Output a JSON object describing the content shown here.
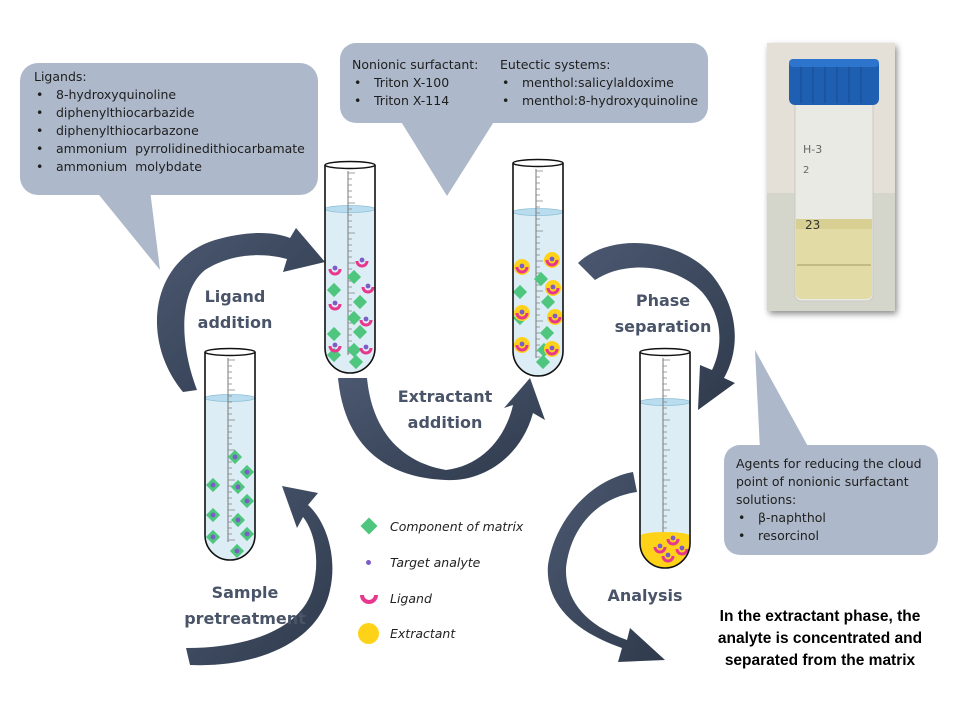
{
  "callouts": {
    "ligands": {
      "title": "Ligands:",
      "items": [
        "8-hydroxyquinoline",
        "diphenylthiocarbazide",
        "diphenylthiocarbazone",
        "ammonium  pyrrolidinedithiocarbamate",
        "ammonium  molybdate"
      ]
    },
    "extractants": {
      "surfactant_title": "Nonionic surfactant:",
      "surfactant_items": [
        "Triton X-100",
        "Triton X-114"
      ],
      "eutectic_title": "Eutectic systems:",
      "eutectic_items": [
        "menthol:salicylaldoxime",
        "menthol:8-hydroxyquinoline"
      ]
    },
    "cloud_point": {
      "title": "Agents for reducing the cloud point of nonionic surfactant solutions:",
      "items": [
        "β-naphthol",
        "resorcinol"
      ]
    }
  },
  "steps": {
    "ligand_addition": [
      "Ligand",
      "addition"
    ],
    "extractant_addition": [
      "Extractant",
      "addition"
    ],
    "phase_separation": [
      "Phase",
      "separation"
    ],
    "sample_pretreatment": [
      "Sample",
      "pretreatment"
    ],
    "analysis": [
      "Analysis"
    ]
  },
  "legend": [
    {
      "symbol": "green-diamond",
      "label": "Component of matrix"
    },
    {
      "symbol": "purple-dot",
      "label": "Target analyte"
    },
    {
      "symbol": "pink-arc",
      "label": "Ligand"
    },
    {
      "symbol": "yellow-circle",
      "label": "Extractant"
    }
  ],
  "conclusion": [
    "In the extractant phase, the",
    "analyte is concentrated and",
    "separated from the matrix"
  ],
  "photo": {
    "subject": "vial with blue cap containing yellowish extractant phase"
  },
  "colors": {
    "arrow": "#3e4a5e",
    "callout": "#adb9ca",
    "step_text": "#4a5468",
    "matrix": "#4fc67e",
    "analyte": "#7b5cc9",
    "ligand": "#e8388e",
    "extractant": "#ffd21a",
    "liquid": "#dcedf6"
  }
}
